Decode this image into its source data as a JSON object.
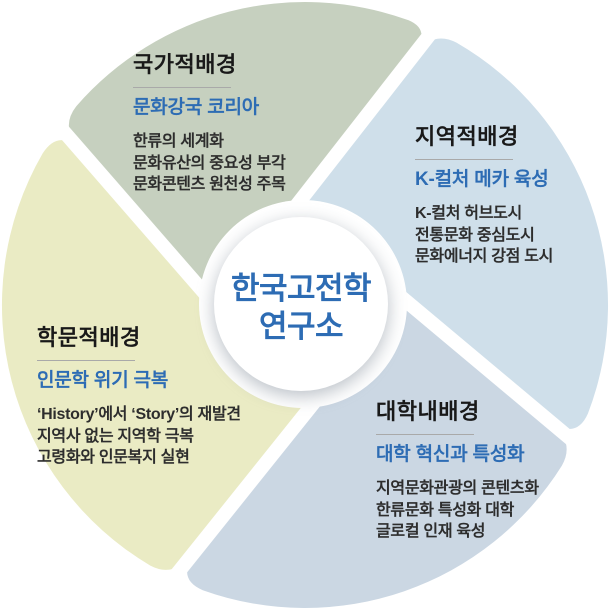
{
  "center": {
    "line1": "한국고전학",
    "line2": "연구소"
  },
  "sections": [
    {
      "id": "national",
      "title": "국가적배경",
      "subtitle": "문화강국 코리아",
      "lines": [
        "한류의 세계화",
        "문화유산의 중요성 부각",
        "문화콘텐츠 원천성 주목"
      ]
    },
    {
      "id": "regional",
      "title": "지역적배경",
      "subtitle": "K-컬처 메카 육성",
      "lines": [
        "K-컬처 허브도시",
        "전통문화 중심도시",
        "문화에너지 강점 도시"
      ]
    },
    {
      "id": "academic",
      "title": "학문적배경",
      "subtitle": "인문학 위기 극복",
      "lines": [
        "‘History’에서 ‘Story’의 재발견",
        "지역사 없는 지역학 극복",
        "고령화와 인문복지 실현"
      ]
    },
    {
      "id": "university",
      "title": "대학내배경",
      "subtitle": "대학 혁신과 특성화",
      "lines": [
        "지역문화관광의 콘텐츠화",
        "한류문화 특성화 대학",
        "글로컬 인재 육성"
      ]
    }
  ],
  "colors": {
    "national_sector": "#c6d0bf",
    "regional_sector": "#cfdfea",
    "academic_sector": "#eaebc4",
    "university_sector": "#cbd7e3",
    "gap": "#ffffff",
    "accent_blue": "#2d6cb4",
    "title_text": "#191919",
    "body_text": "#2d2d2d",
    "divider": "#a9a9a9",
    "background": "#ffffff"
  }
}
